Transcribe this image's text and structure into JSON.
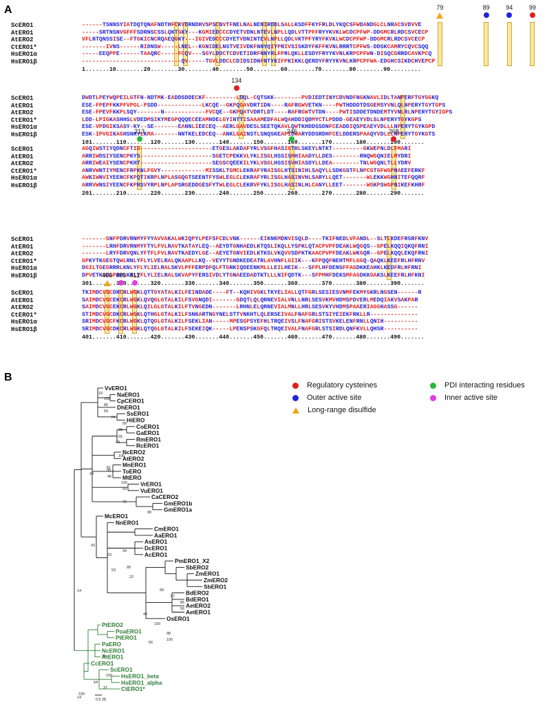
{
  "panels": {
    "a": "A",
    "b": "B"
  },
  "alignment": {
    "species": [
      "ScERO1",
      "AtERO1",
      "AtERO2",
      "CtERO1*",
      "HsERO1α",
      "HsERO1β"
    ],
    "blocks": [
      {
        "seqs": [
          "------TSNNSYIATDQTQNAFNDTHFCKVDRNDHVSPSCNVTFNELNALNENIRDDLSALLKSDFFKYFRLDLYKQCSFWDANDGLCLNRACSVDVVE",
          "-----SRTNSNVGFFFSDRNSCSSLQKTGKY---KGMIEDCCCDYETVDNLNTEVLNPLLQDLVTTPFFRYYKVKLWCDCPFWP-DDGMCRLRDCSVCECP",
          "VFLNTQNSSISE--FTGKICNCRQAEQGKY---IGIVEDCCCDYETVDNINTEVLNPLLQDLVKTPFYRYFKVKLWCDCPFWP-DDGMCRLRDCSVCECP",
          "-------IVNS------RIDNSW-----LNEL--KGNIDELNSTVEIVDKFNNYQIYPRIVSISKDYFKFFKVNLRRRTCPFWS-DDSKCAMRYCQVCSQQ",
          "-----EEQPPE------TAAQRC-----FCQV---SGYLDDCTCDVETIDRFNNYRLFPRLQKLLESDYFRYYKVNLKRPCPFWN-DISQCGRRDCAVKPCQ",
          "-----------------------------QV-----TGVLDDCLCDIDSIDNFNTYKIFPKIKKLQERDYFRYYKVNLKRPCPFWA-EDGHCSIKDCHVEPCP"
        ],
        "ruler": "1.......10........20........30........40........50........60........70........80........90.........",
        "markers": [
          {
            "num": "79",
            "type": "triangle"
          },
          {
            "num": "89",
            "type": "blue"
          },
          {
            "num": "94",
            "type": "blue"
          },
          {
            "num": "99",
            "type": "red"
          }
        ]
      },
      {
        "seqs": [
          "DWDTLPEYWQPEILGTFN-NDTMK-EADDSDDECKF---------LDQL-CQTSKK--------PVDIEDTINYCDVNDFNGKNAVLIDLTANPERFTGYGGKQ",
          "ESE-FPEPFKKPFVPGL-PSDD-------------LKCQE--GKPQGAVDRTIDN----RAFRGWVETKN----PWTHDDDTDSGEMSYVNLQLNPERYTGYTGPS",
          "ESE-FPEVFKKPLSQY-------N------------FVCQE--GKPQATVDRTLDT----RAFRGWTVTDN----PWTISDDETDNDEMTYVNLRLNPERYTGYIGPS",
          "LDD-LPIGKASHHSLVDEDMSIKYMEGPQQQECEEAMHDELGYINTTISAAAMEDFALWQAHDDIQDMYCTLPDDD-GEAEYVDLSLNPERYTGYKGPS",
          "ESE-VPDGIKSASY-KY--SE-------EANNLIEECEQ--AERLGAVDESLSEETQKAVLQWTKHDDSSDNFCEADDIQSPEAEYVDLLLNPERYTGYKGPD",
          "ESK-IPVGIKAGHSNKYLKMA-------NNTKELEDCEQ--ANKLGAINSTLSNQSKEAFIDWARYDDSRDHFCELDDERSPAAQYVDLLLNPERYTGYKGTS"
        ],
        "ruler": "101.......110.......120.......130.......140.......150.......160.......170.......180.......190.......",
        "markers": [
          {
            "num": "134",
            "type": "red"
          }
        ]
      },
      {
        "seqs": [
          "AGQIWSTIYQDNCFTIG---------------------ETGESLAKDAFYRLVSGFHASIGTHLSKEYLNTKT---------GKWEPNLDLFMARI",
          "ARRIWDSIYSENCPKYS---------------------SGETCPEKKVLYKLISGLHSSISMHIAADYLLDES--------RNQWGQNIELMYDRI",
          "ARRIWEAIYSENCPKHT---------------------SEGSCQEEKILYKLVSGLHSSISVHIASDYLLDEA--------TNLWGQNLTLLYDRV",
          "ANRVWNTIYMENCFRPKNLFGVY-------------MISSKLTGMCLEKRAFYRAISGLHTSINIHLSAQYLLSDKGSTFLNPCGTGFWGPNAEEFERKF",
          "AWKIWNVIYEENCFKPQTIKRPLNPLASGQGTSEENTFYSWLEGLCLEKRAFYRLISGLHASINVHLSARYLLQET-------WLEKKWGHNITEFQQRF",
          "ARRVWNSIYEENCFKPRSVYRPLNPLAPSRGEDDGESFYTWLEGLCLEKRVFYKLISGLHASINLHLCANYLLEET-------WGKPSWGPNIKEFKHRF"
        ],
        "ruler": "201.......210.......220.......230.......240.......250.......260.......270.......280.......290.......",
        "markers": [
          {
            "num": "213",
            "type": "green"
          },
          {
            "num": "246",
            "type": "green"
          },
          {
            "num": "268",
            "type": "red"
          }
        ]
      },
      {
        "seqs": [
          "-------GNFPDRVRNMYFYYAVVAKALWKIQPYLPEFSFCDLVNK------EIKNKMDNVISQLD----TKIFNEDLVFANDL--SLTLKDEFRSRFKNV",
          "-------LRHFDRVRNMYFTYLFVLRAVTKATAYLEQ--AEYDTGNHAEDLKTQSLIKQLLYSPKLQTACPVPFDEAKLWQGQS--GPELKQQIQKQFRNI",
          "-------LRYFDRVQNLYFTFLFVLRAVTKAEDYLGE--AEYETGNVIEDLKTKSLVKQVVSDPKTKAACPVPFDEAKLWKGQR--GPELKQQLEKQFRNI",
          "GPKYTKGEGTQWLRNLYFLYLVELRALQKAAPLLKQ--VEYYTGNDKEDEATRLAVHNFLGIIK---KFPQQFNEHTMFLGGQ-QAQKLKEEFRLHFRNV",
          "DGILTGEGRRRLKNLYFLYLIELRALSKVLPFFERPDFQLFTGNKIQDEENKMLLLEILHEIK---SFPLHFDENSFFAGDKKEAHKLKEDFRLHFRNI",
          "DPVETKGEGPRRLKNLYFLYLIELRALSKVAPYFERSIVDLYTGNAEEDADTKTLLLNIFQDTK---SFPMHFDEKSMFAGDKKGAKSLKEEFRLHFKNI"
        ],
        "ruler": "301.......310.......320.......330.......340.......350.......360.......370.......380.......390.......",
        "markers": []
      },
      {
        "seqs": [
          "TKIMDCVGCDRCRLWGKLQTTGYATALKILFEINDADE----FT--KQHIVGKLTKYELIALLQTFGRLSESIESVNMFEKMYGKRLNGSEN------R",
          "SAIMDCVGCEKCRLWGKLQVQGLGTALKILFSVGNQDI-------GDQTLQLQRNEVIALVNLLNRLSESVKMVHDMSPDVERLMEDQIAKVSAKPAR",
          "SAIMDCVGCEKCRLWGKLQILGLGTALKILFTVNGEDN-------LRHNLELQRNEVIALMNLLHRLSESVKYVHDMSPAAERIAGGHASSG------",
          "STIMDCVGCDKCRLWGKLQTHGLGTALKILFSNKARTNGYNELSTTVNKHTLQLERSEIVALFNAFGRLSTSIYEIEKFRKLLR--------------",
          "SRIMDCVGCFKCRLWGKLQTQGLGTALKILFSEKLIAN-----MPESGPSYEFHLTRQEIVSLFNAFGRISTSVKELENFRNLLQNIH----------",
          "SRIMDCVGCDKCRLWGKLQTQGLGTALKILFSEKEIQK-----LPENSPSKGFQLTRQEIVALFNAFGRLSTSIRDLQNFKVLLQHSR----------"
        ],
        "ruler": "401.......410.......420.......430.......440.......450.......460.......470.......480.......490.......",
        "markers": [
          {
            "num": "406",
            "type": "triangle"
          },
          {
            "num": "409",
            "type": "magenta"
          },
          {
            "num": "412",
            "type": "magenta"
          }
        ]
      }
    ]
  },
  "legend": [
    {
      "label": "Regulatory cysteines",
      "color": "#e01e1e",
      "shape": "dot"
    },
    {
      "label": "PDI interacting residues",
      "color": "#27b83c",
      "shape": "dot"
    },
    {
      "label": "Outer active site",
      "color": "#1f24d8",
      "shape": "dot"
    },
    {
      "label": "Inner active site",
      "color": "#e43ce0",
      "shape": "dot"
    },
    {
      "label": "Long-range disulfide",
      "color": "#f0a616",
      "shape": "triangle"
    }
  ],
  "tree": {
    "leaves": [
      {
        "name": "VvERO1",
        "clade": "plant"
      },
      {
        "name": "NaERO1",
        "clade": "plant"
      },
      {
        "name": "CpCERO1",
        "clade": "plant"
      },
      {
        "name": "DhERO1",
        "clade": "plant"
      },
      {
        "name": "SsERO1",
        "clade": "plant"
      },
      {
        "name": "HiERO",
        "clade": "plant"
      },
      {
        "name": "CoERO1",
        "clade": "plant"
      },
      {
        "name": "GaERO1",
        "clade": "plant"
      },
      {
        "name": "RmERO1",
        "clade": "plant"
      },
      {
        "name": "RcERO1",
        "clade": "plant"
      },
      {
        "name": "NcERO2",
        "clade": "plant"
      },
      {
        "name": "AtERO2",
        "clade": "plant"
      },
      {
        "name": "MnERO1",
        "clade": "plant"
      },
      {
        "name": "ToERO",
        "clade": "plant"
      },
      {
        "name": "MtERO",
        "clade": "plant"
      },
      {
        "name": "VrERO1",
        "clade": "plant"
      },
      {
        "name": "VuERO1",
        "clade": "plant"
      },
      {
        "name": "CaCERO2",
        "clade": "plant"
      },
      {
        "name": "GmERO1b",
        "clade": "plant"
      },
      {
        "name": "GmERO1a",
        "clade": "plant"
      },
      {
        "name": "McERO1",
        "clade": "plant"
      },
      {
        "name": "NnERO1",
        "clade": "plant"
      },
      {
        "name": "CmERO1",
        "clade": "plant"
      },
      {
        "name": "AaERO1",
        "clade": "plant"
      },
      {
        "name": "AsERO1",
        "clade": "plant"
      },
      {
        "name": "DcERO1",
        "clade": "plant"
      },
      {
        "name": "AcERO1",
        "clade": "plant"
      },
      {
        "name": "PmERO1_X2",
        "clade": "plant"
      },
      {
        "name": "SbERO2",
        "clade": "plant"
      },
      {
        "name": "ZmERO1",
        "clade": "plant"
      },
      {
        "name": "ZmERO2",
        "clade": "plant"
      },
      {
        "name": "SbERO1",
        "clade": "plant"
      },
      {
        "name": "BdERO2",
        "clade": "plant"
      },
      {
        "name": "BdERO1",
        "clade": "plant"
      },
      {
        "name": "AetERO2",
        "clade": "plant"
      },
      {
        "name": "AetERO1",
        "clade": "plant"
      },
      {
        "name": "OsERO1",
        "clade": "plant"
      },
      {
        "name": "PtERO2",
        "clade": "other"
      },
      {
        "name": "PoaERO1",
        "clade": "other"
      },
      {
        "name": "PtERO1",
        "clade": "other"
      },
      {
        "name": "PaERO",
        "clade": "other"
      },
      {
        "name": "NcERO1",
        "clade": "other"
      },
      {
        "name": "AtERO1",
        "clade": "other"
      },
      {
        "name": "CcERO1",
        "clade": "other"
      },
      {
        "name": "ScERO1",
        "clade": "other"
      },
      {
        "name": "HsERO1_beta",
        "clade": "other"
      },
      {
        "name": "HsERO1_alpha",
        "clade": "other"
      },
      {
        "name": "CtERO1*",
        "clade": "other"
      }
    ],
    "bootstrap": [
      "19",
      "100",
      "80",
      "69",
      "74",
      "14",
      "99",
      "38",
      "65",
      "39",
      "100",
      "81",
      "98",
      "46",
      "100",
      "55",
      "79",
      "99",
      "30",
      "43",
      "34",
      "23",
      "99",
      "53",
      "22",
      "99",
      "97",
      "85",
      "56",
      "49",
      "100",
      "98",
      "100",
      "56",
      "99",
      "100",
      "54",
      "37",
      "100",
      "28",
      "98",
      "100",
      "14"
    ],
    "scale_label": "0.5",
    "colors": {
      "plant": "#111111",
      "other": "#2e7d32"
    }
  }
}
